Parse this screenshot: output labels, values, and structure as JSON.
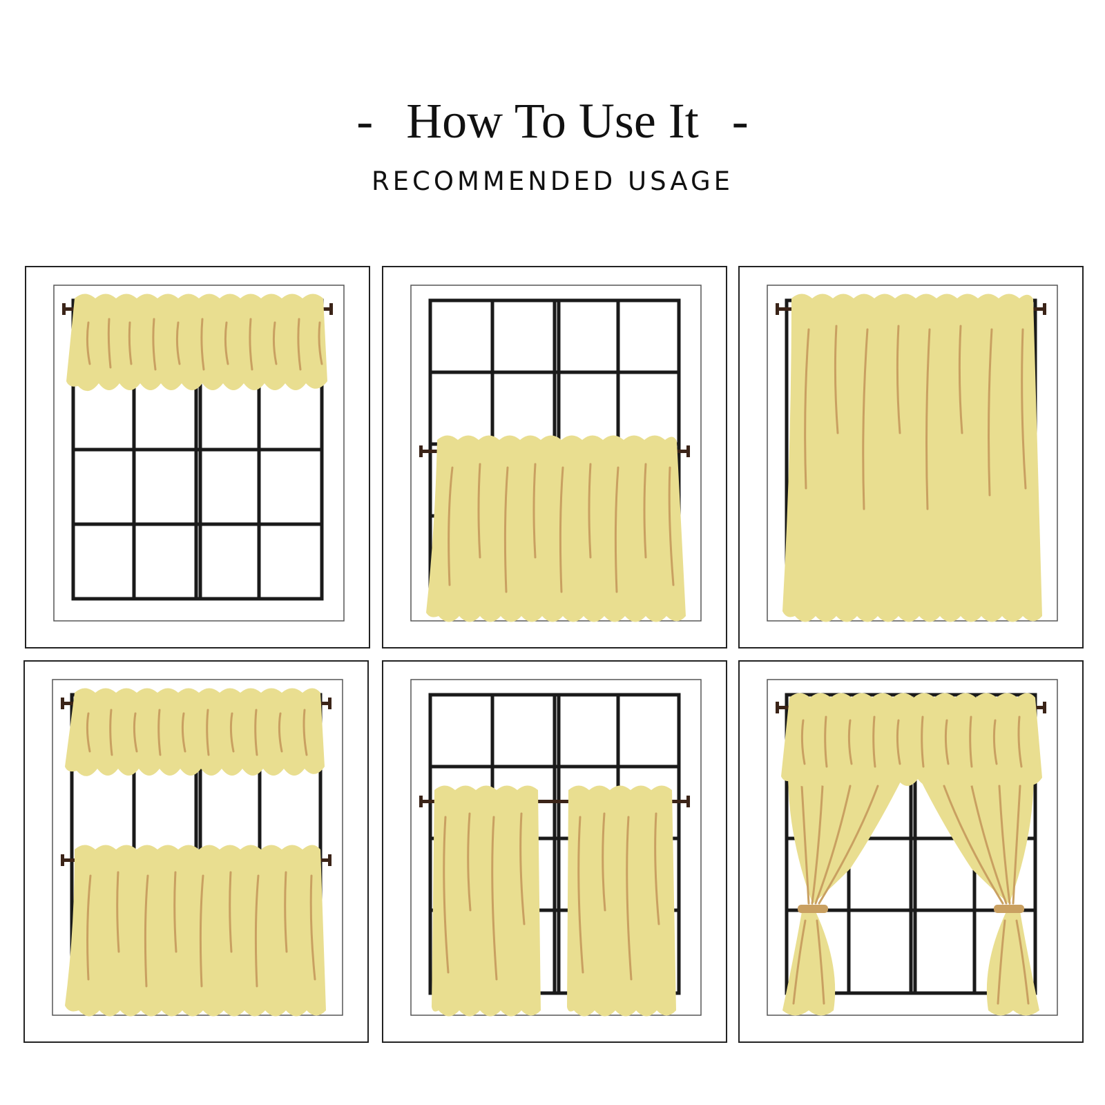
{
  "header": {
    "title": "How To Use It",
    "dash_left": "-",
    "dash_right": "-",
    "subtitle": "RECOMMENDED USAGE"
  },
  "colors": {
    "curtain": "#e9de90",
    "fold": "#c9a061",
    "frame": "#1a1a1a",
    "rod": "#3b2418"
  },
  "panels": [
    {
      "id": "valance-top"
    },
    {
      "id": "tier-bottom-half"
    },
    {
      "id": "full-panel"
    },
    {
      "id": "valance-and-tier"
    },
    {
      "id": "two-tiers"
    },
    {
      "id": "valance-with-tieback-drapes"
    }
  ]
}
